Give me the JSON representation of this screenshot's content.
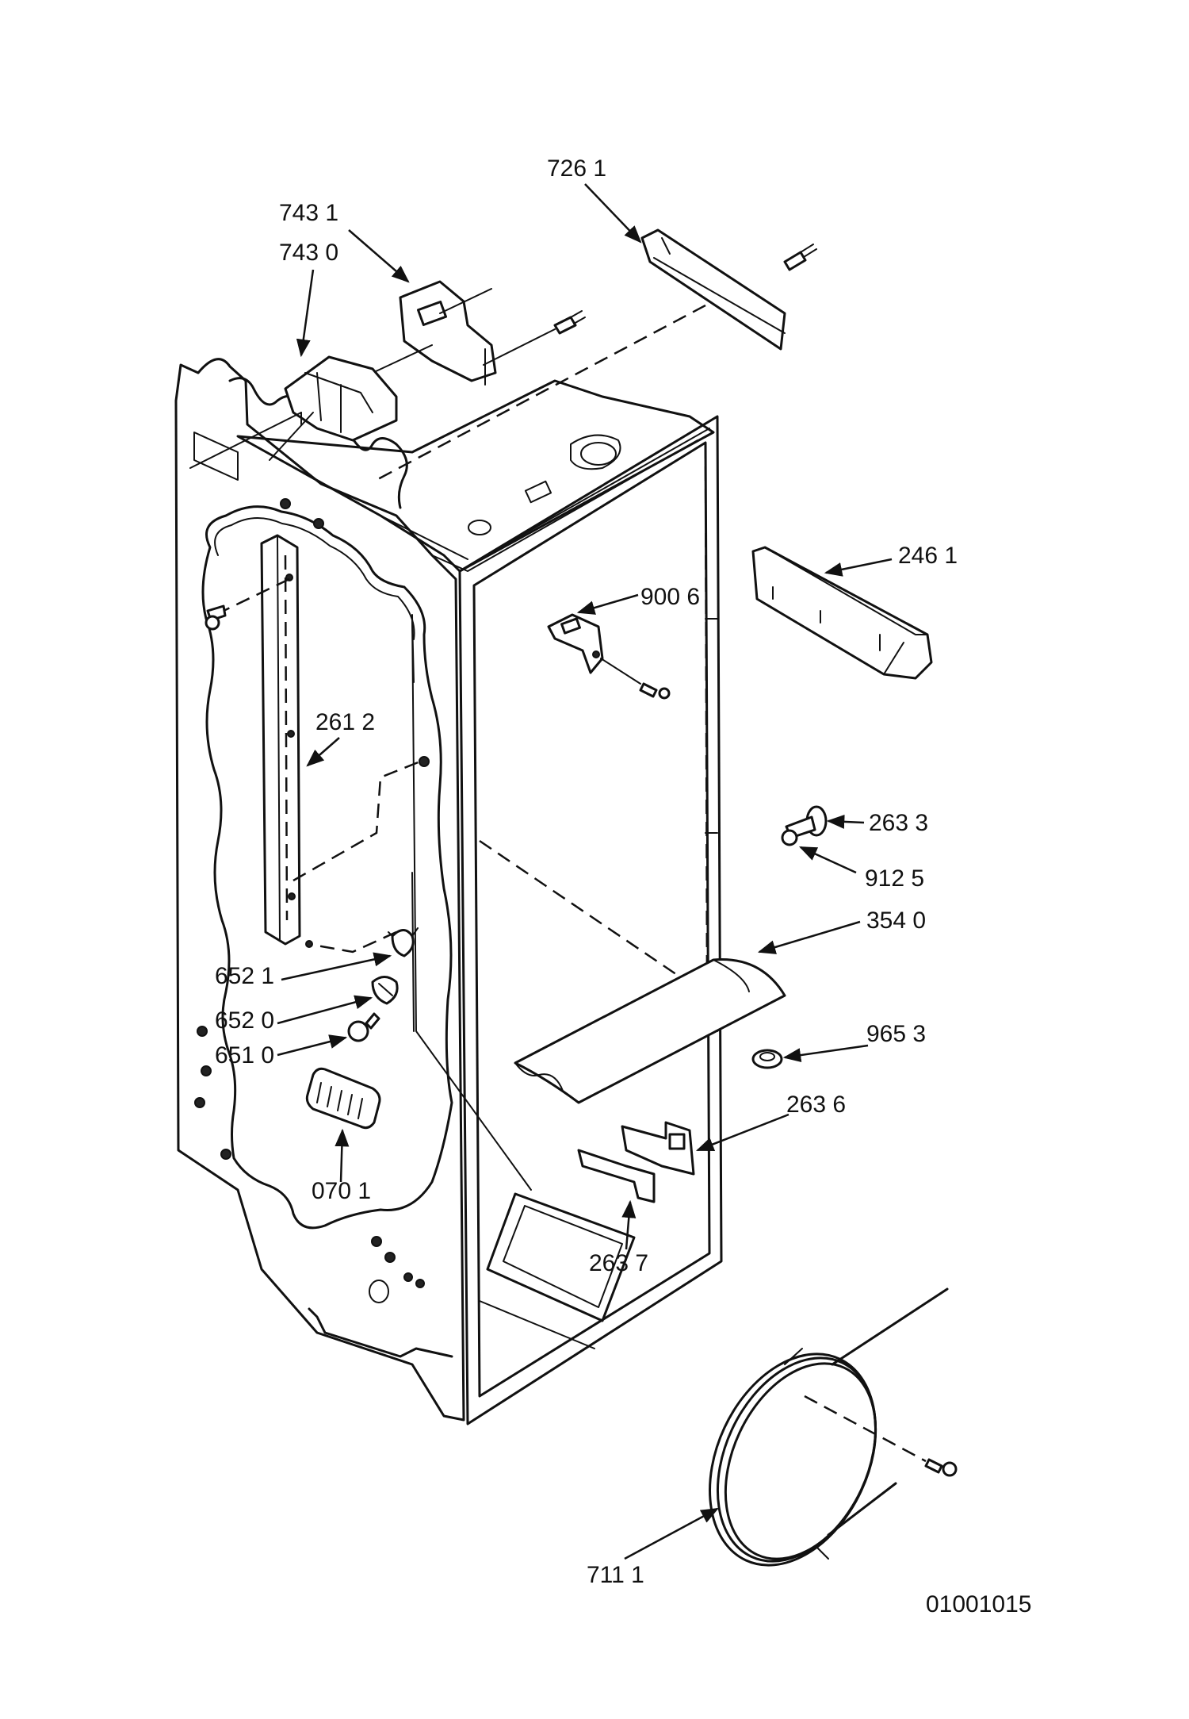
{
  "labels": [
    {
      "id": "7261",
      "text": "726 1"
    },
    {
      "id": "7431",
      "text": "743 1"
    },
    {
      "id": "7430",
      "text": "743 0"
    },
    {
      "id": "2461",
      "text": "246 1"
    },
    {
      "id": "9006",
      "text": "900 6"
    },
    {
      "id": "2612",
      "text": "261 2"
    },
    {
      "id": "2633",
      "text": "263 3"
    },
    {
      "id": "9125",
      "text": "912 5"
    },
    {
      "id": "3540",
      "text": "354 0"
    },
    {
      "id": "6521",
      "text": "652 1"
    },
    {
      "id": "6520",
      "text": "652 0"
    },
    {
      "id": "6510",
      "text": "651 0"
    },
    {
      "id": "9653",
      "text": "965 3"
    },
    {
      "id": "2636",
      "text": "263 6"
    },
    {
      "id": "0701",
      "text": "070 1"
    },
    {
      "id": "2637",
      "text": "263 7"
    },
    {
      "id": "7111",
      "text": "711 1"
    }
  ],
  "drawing_id": "01001015",
  "colors": {
    "line": "#111111",
    "background": "#ffffff"
  }
}
